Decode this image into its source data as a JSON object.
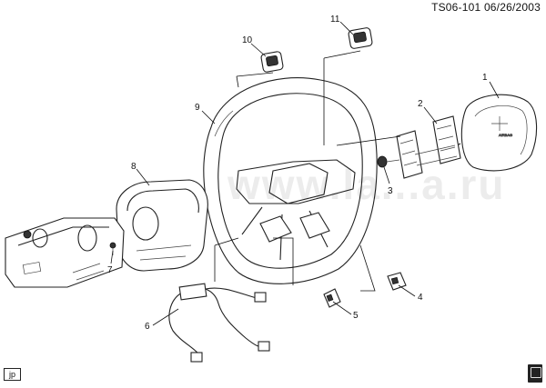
{
  "header": {
    "diagram_id": "TS06-101",
    "date": "06/26/2003"
  },
  "callouts": [
    "1",
    "2",
    "3",
    "4",
    "5",
    "6",
    "7",
    "8",
    "9",
    "10",
    "11"
  ],
  "footer": {
    "tag": "jp"
  },
  "watermark": "www.la...a.ru"
}
